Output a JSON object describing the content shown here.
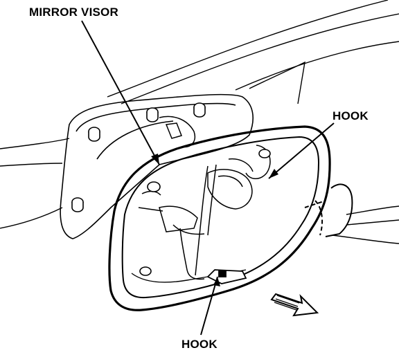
{
  "labels": {
    "mirror_visor": "MIRROR VISOR",
    "hook_upper": "HOOK",
    "hook_lower": "HOOK"
  }
}
